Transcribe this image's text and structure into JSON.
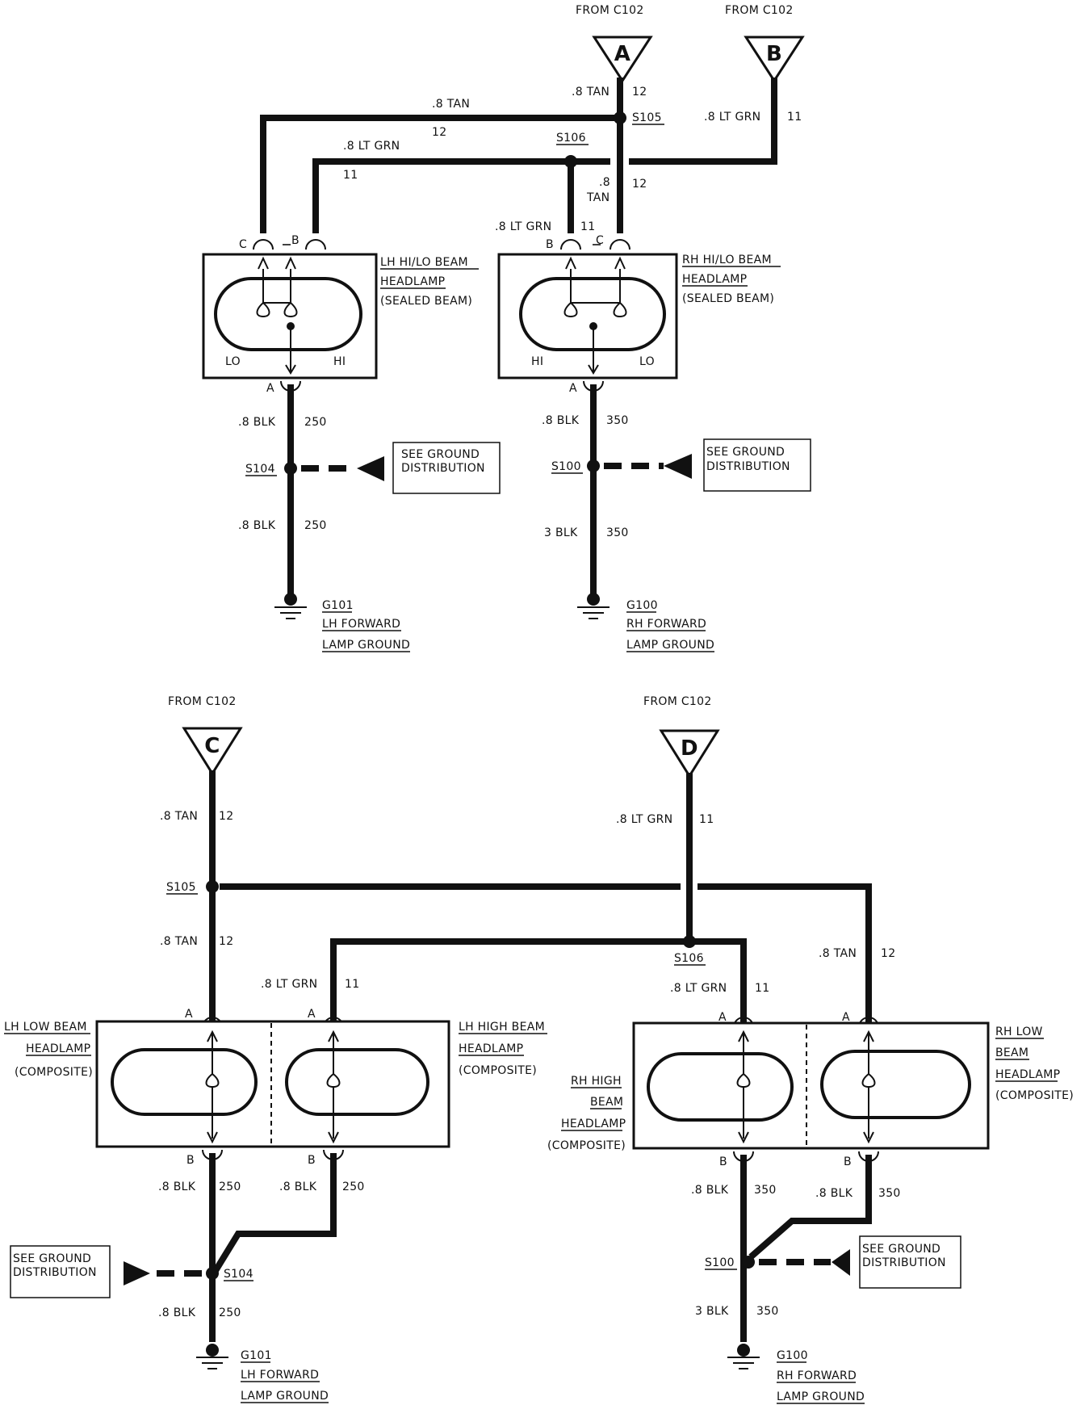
{
  "diagram_top": {
    "connectors": [
      {
        "letter": "A",
        "source": "FROM C102"
      },
      {
        "letter": "B",
        "source": "FROM C102"
      }
    ],
    "splices": {
      "s105": "S105",
      "s106": "S106",
      "s104": "S104",
      "s100": "S100"
    },
    "wires": {
      "tan_12_top": {
        "size_color": ".8 TAN",
        "circuit": "12"
      },
      "tan_left_run": {
        "size_color": ".8 TAN",
        "circuit": "12"
      },
      "ltgrn_b": {
        "size_color": ".8 LT GRN",
        "circuit": "11"
      },
      "ltgrn_left_run": {
        "size_color": ".8 LT GRN",
        "circuit": "11"
      },
      "tan_drop_a": ".8",
      "tan_drop_b": "TAN",
      "tan_drop_circuit": "12",
      "ltgrn_drop": {
        "size_color": ".8 LT GRN",
        "circuit": "11"
      },
      "lh_blk_upper": {
        "size_color": ".8 BLK",
        "circuit": "250"
      },
      "lh_blk_lower": {
        "size_color": ".8 BLK",
        "circuit": "250"
      },
      "rh_blk_upper": {
        "size_color": ".8 BLK",
        "circuit": "350"
      },
      "rh_blk_lower": {
        "size_color": "3 BLK",
        "circuit": "350"
      }
    },
    "lh_lamp": {
      "title": [
        "LH HI/LO BEAM",
        "HEADLAMP",
        "(SEALED BEAM)"
      ],
      "pin_c": "C",
      "pin_b": "B",
      "pin_a": "A",
      "lo": "LO",
      "hi": "HI"
    },
    "rh_lamp": {
      "title": [
        "RH HI/LO BEAM",
        "HEADLAMP",
        "(SEALED BEAM)"
      ],
      "pin_c": "C",
      "pin_b": "B",
      "pin_a": "A",
      "lo": "LO",
      "hi": "HI"
    },
    "ground_note": [
      "SEE GROUND",
      "DISTRIBUTION"
    ],
    "lh_ground": [
      "G101",
      "LH FORWARD",
      "LAMP GROUND"
    ],
    "rh_ground": [
      "G100",
      "RH FORWARD",
      "LAMP GROUND"
    ]
  },
  "diagram_bottom": {
    "connectors": [
      {
        "letter": "C",
        "source": "FROM C102"
      },
      {
        "letter": "D",
        "source": "FROM C102"
      }
    ],
    "splices": {
      "s105": "S105",
      "s106": "S106",
      "s104": "S104",
      "s100": "S100"
    },
    "wires": {
      "tan_c_upper": {
        "size_color": ".8 TAN",
        "circuit": "12"
      },
      "tan_c_lower": {
        "size_color": ".8 TAN",
        "circuit": "12"
      },
      "ltgrn_d": {
        "size_color": ".8 LT GRN",
        "circuit": "11"
      },
      "ltgrn_lh": {
        "size_color": ".8 LT GRN",
        "circuit": "11"
      },
      "ltgrn_rh": {
        "size_color": ".8 LT GRN",
        "circuit": "11"
      },
      "tan_rh": {
        "size_color": ".8 TAN",
        "circuit": "12"
      },
      "lh_blk_a": {
        "size_color": ".8 BLK",
        "circuit": "250"
      },
      "lh_blk_b": {
        "size_color": ".8 BLK",
        "circuit": "250"
      },
      "lh_blk_ground": {
        "size_color": ".8 BLK",
        "circuit": "250"
      },
      "rh_blk_a": {
        "size_color": ".8 BLK",
        "circuit": "350"
      },
      "rh_blk_b": {
        "size_color": ".8 BLK",
        "circuit": "350"
      },
      "rh_blk_ground": {
        "size_color": "3 BLK",
        "circuit": "350"
      }
    },
    "lh_low": {
      "title": [
        "LH LOW BEAM",
        "HEADLAMP",
        "(COMPOSITE)"
      ],
      "pin_top": "A",
      "pin_bottom": "B"
    },
    "lh_high": {
      "title": [
        "LH HIGH BEAM",
        "HEADLAMP",
        "(COMPOSITE)"
      ],
      "pin_top": "A",
      "pin_bottom": "B"
    },
    "rh_high": {
      "title": [
        "RH HIGH",
        "BEAM",
        "HEADLAMP",
        "(COMPOSITE)"
      ],
      "pin_top": "A",
      "pin_bottom": "B"
    },
    "rh_low": {
      "title": [
        "RH LOW",
        "BEAM",
        "HEADLAMP",
        "(COMPOSITE)"
      ],
      "pin_top": "A",
      "pin_bottom": "B"
    },
    "ground_note": [
      "SEE GROUND",
      "DISTRIBUTION"
    ],
    "lh_ground": [
      "G101",
      "LH FORWARD",
      "LAMP GROUND"
    ],
    "rh_ground": [
      "G100",
      "RH FORWARD",
      "LAMP GROUND"
    ]
  }
}
